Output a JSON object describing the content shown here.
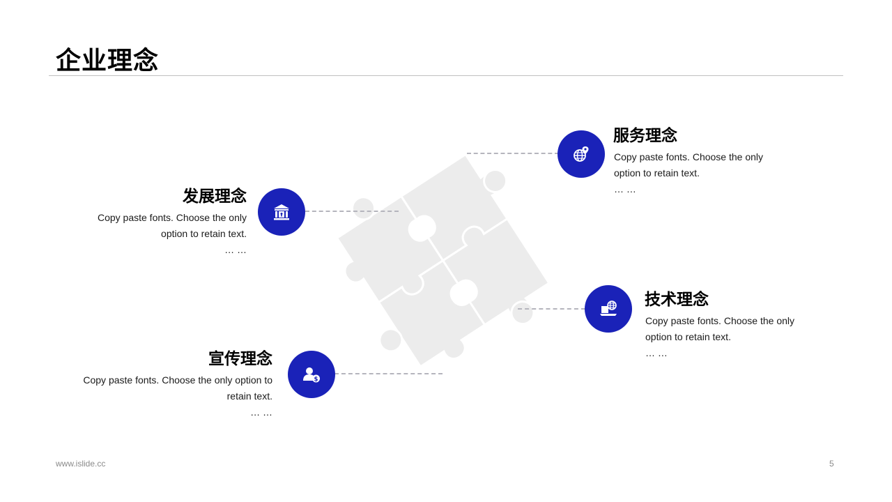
{
  "page": {
    "title": "企业理念",
    "footer_url": "www.islide.cc",
    "page_number": "5"
  },
  "theme": {
    "accent": "#1a22b8",
    "puzzle_color": "#ececec",
    "connector_color": "#b5b5bd"
  },
  "items": {
    "service": {
      "title": "服务理念",
      "line1": "Copy paste fonts. Choose the only",
      "line2": "option to retain text.",
      "ellipsis": "… …",
      "icon": "globe-pin-icon"
    },
    "development": {
      "title": "发展理念",
      "line1": "Copy paste fonts. Choose the only",
      "line2": "option to retain text.",
      "ellipsis": "… …",
      "icon": "bank-building-icon"
    },
    "technology": {
      "title": "技术理念",
      "line1": "Copy paste fonts. Choose the only",
      "line2": "option to retain text.",
      "ellipsis": "… …",
      "icon": "laptop-globe-icon"
    },
    "promotion": {
      "title": "宣传理念",
      "line1": "Copy paste fonts. Choose the only option to",
      "line2": "retain text.",
      "ellipsis": "… …",
      "icon": "user-money-icon"
    }
  }
}
